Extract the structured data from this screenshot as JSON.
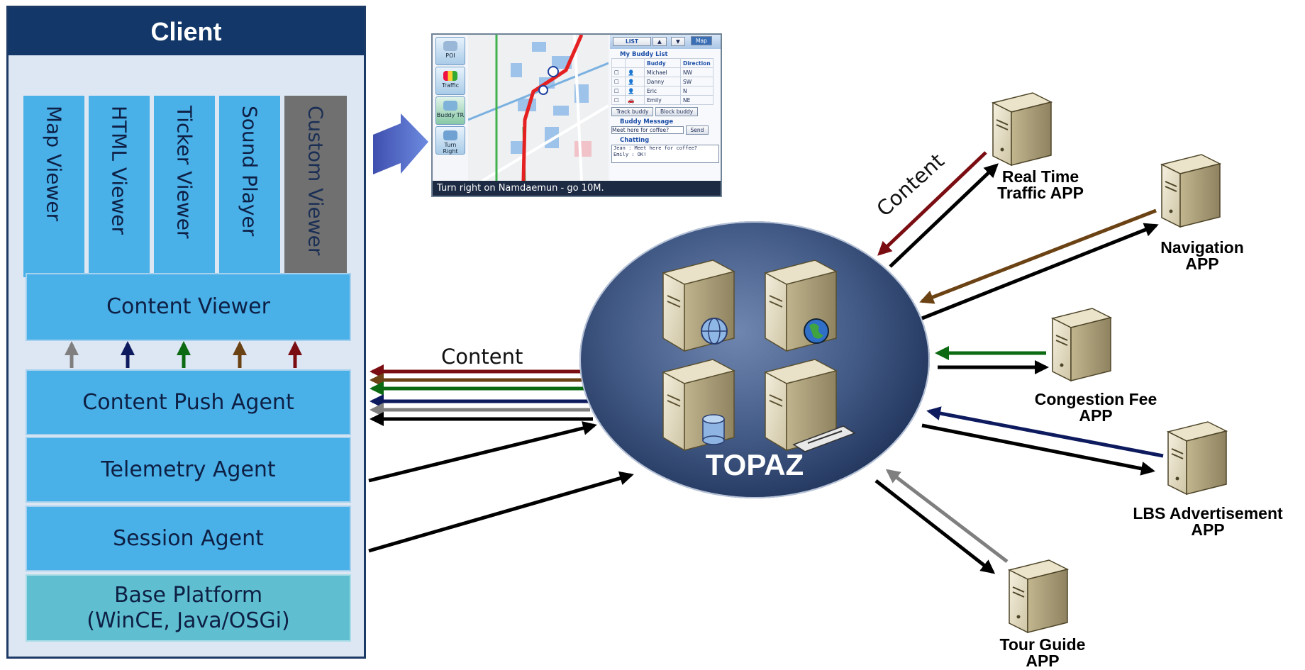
{
  "client": {
    "title": "Client",
    "viewers": [
      "Map Viewer",
      "HTML Viewer",
      "Ticker Viewer",
      "Sound Player",
      "Custom Viewer"
    ],
    "content_viewer": "Content Viewer",
    "content_push_agent": "Content Push Agent",
    "telemetry_agent": "Telemetry Agent",
    "session_agent": "Session Agent",
    "base_platform_line1": "Base Platform",
    "base_platform_line2": "(WinCE, Java/OSGi)"
  },
  "topaz": {
    "label": "TOPAZ"
  },
  "edge_labels": {
    "content_left": "Content",
    "content_right": "Content"
  },
  "apps": [
    {
      "line1": "Real Time",
      "line2": "Traffic APP"
    },
    {
      "line1": "Navigation",
      "line2": "APP"
    },
    {
      "line1": "Congestion Fee",
      "line2": "APP"
    },
    {
      "line1": "LBS Advertisement",
      "line2": "APP"
    },
    {
      "line1": "Tour Guide",
      "line2": "APP"
    }
  ],
  "screenshot": {
    "toolbar": [
      "POI",
      "Traffic",
      "Buddy TR",
      "Turn Right"
    ],
    "list_button": "LIST",
    "map_button": "Map",
    "my_buddy_list": "My Buddy List",
    "col_buddy": "Buddy",
    "col_direction": "Direction",
    "buddies": [
      {
        "name": "Michael",
        "dir": "NW"
      },
      {
        "name": "Danny",
        "dir": "SW"
      },
      {
        "name": "Eric",
        "dir": "N"
      },
      {
        "name": "Emily",
        "dir": "NE"
      }
    ],
    "track_buddy": "Track buddy",
    "block_buddy": "Block buddy",
    "buddy_message": "Buddy Message",
    "message_value": "Meet here for coffee?",
    "send": "Send",
    "chatting": "Chatting",
    "chat_line1": "Jean : Meet here for coffee?",
    "chat_line2": "Emily : OK!",
    "status": "Turn right on Namdaemun - go 10M."
  },
  "colors": {
    "header": "#123768",
    "block": "#49b0e8",
    "base": "#5fbfd0",
    "custom_viewer": "#707070",
    "arrow_gray": "#7f7f7f",
    "arrow_navy": "#0d1a5e",
    "arrow_green": "#0c6a12",
    "arrow_brown": "#6b4214",
    "arrow_maroon": "#7a0d12"
  }
}
